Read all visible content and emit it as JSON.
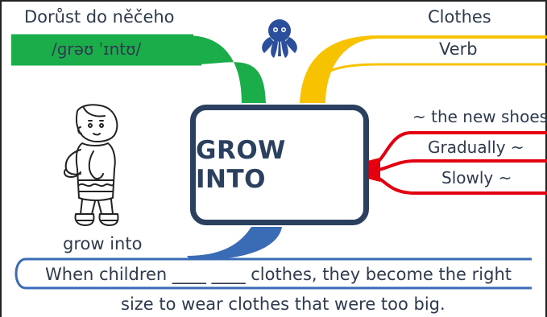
{
  "center": {
    "title": "GROW INTO"
  },
  "left_branch": {
    "translation": "Dorůst do něčeho",
    "pronunciation": "/ɡrəʊ ˈɪntʊ/"
  },
  "right_top_branch": {
    "category": "Clothes",
    "part_of_speech": "Verb"
  },
  "right_red_branch": {
    "collocations": [
      "~ the new shoes",
      "Gradually ~",
      "Slowly ~"
    ]
  },
  "bottom_branch": {
    "caption": "grow into",
    "sentence_line1": "When children ____ ____ clothes, they become the right",
    "sentence_line2": "size to wear clothes that were too big."
  },
  "colors": {
    "green": "#1cad4b",
    "yellow": "#f7c300",
    "red": "#e3000f",
    "blue": "#3a6bb5",
    "navy": "#2b3f5f",
    "text": "#2e3a4d"
  },
  "icons": [
    "octopus-logo-icon",
    "boy-illustration"
  ]
}
